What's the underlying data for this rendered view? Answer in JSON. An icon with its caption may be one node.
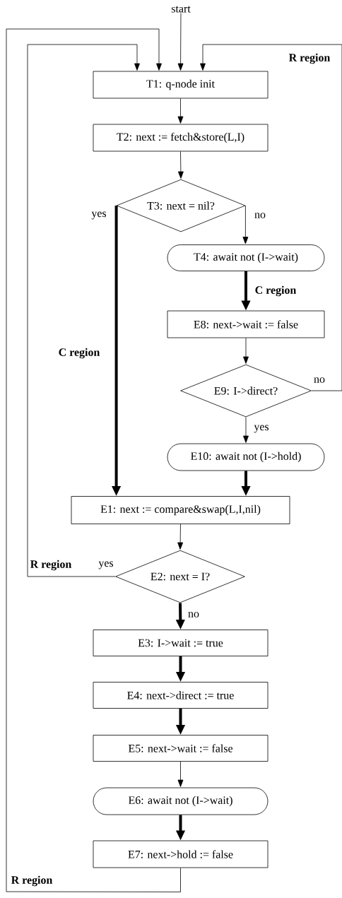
{
  "diagram": {
    "nodes": [
      {
        "text": [
          "start"
        ]
      },
      {
        "text": [
          "T1: q-node init"
        ]
      },
      {
        "text": [
          "T2: next := fetch&store(L,I)"
        ]
      },
      {
        "text": [
          "T3: next = nil?"
        ]
      },
      {
        "text": [
          "T4: await not (I->wait)"
        ]
      },
      {
        "text": [
          "E8: next->wait := false"
        ]
      },
      {
        "text": [
          "E9: I->direct?"
        ]
      },
      {
        "text": [
          "E10: await not (I->hold)"
        ]
      },
      {
        "text": [
          "E1: next := compare&swap(L,I,nil)"
        ]
      },
      {
        "text": [
          "E2: next = I?"
        ]
      },
      {
        "text": [
          "E3: I->wait := true"
        ]
      },
      {
        "text": [
          "E4: next->direct := true"
        ]
      },
      {
        "text": [
          "E5: next->wait := false"
        ]
      },
      {
        "text": [
          "E6: await not (I->wait)"
        ]
      },
      {
        "text": [
          "E7: next->hold := false"
        ]
      }
    ],
    "edges": [
      {
        "from": 0,
        "to": 1,
        "arrow": "to"
      },
      {
        "from": 1,
        "to": 2,
        "arrow": "to"
      },
      {
        "from": 2,
        "to": 3,
        "arrow": "to"
      },
      {
        "from": 3,
        "to": 8,
        "arrow": "to",
        "label": "yes",
        "style": "thick"
      },
      {
        "from": 3,
        "to": 4,
        "arrow": "to",
        "label": "no"
      },
      {
        "from": 4,
        "to": 5,
        "arrow": "to",
        "style": "thick"
      },
      {
        "from": 5,
        "to": 6,
        "arrow": "to"
      },
      {
        "from": 6,
        "to": 1,
        "arrow": "to",
        "label": "no"
      },
      {
        "from": 6,
        "to": 7,
        "arrow": "to",
        "label": "yes"
      },
      {
        "from": 7,
        "to": 8,
        "arrow": "to",
        "style": "thick"
      },
      {
        "from": 8,
        "to": 9,
        "arrow": "to"
      },
      {
        "from": 9,
        "to": 1,
        "arrow": "to",
        "label": "yes"
      },
      {
        "from": 9,
        "to": 10,
        "arrow": "to",
        "label": "no",
        "style": "thick"
      },
      {
        "from": 10,
        "to": 11,
        "arrow": "to",
        "style": "thick"
      },
      {
        "from": 11,
        "to": 12,
        "arrow": "to",
        "style": "thick"
      },
      {
        "from": 12,
        "to": 13,
        "arrow": "to"
      },
      {
        "from": 13,
        "to": 14,
        "arrow": "to",
        "style": "thick"
      },
      {
        "from": 14,
        "to": 1,
        "arrow": "to"
      }
    ],
    "labels": [
      "R region",
      "C region",
      "C region",
      "R region",
      "R region"
    ]
  }
}
